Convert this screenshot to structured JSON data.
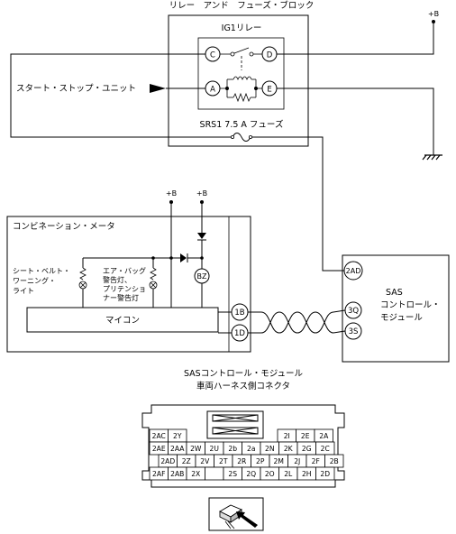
{
  "relay_block": {
    "title": "リレー　アンド　フューズ・ブロック",
    "relay_name": "IG1リレー",
    "terminals": {
      "c": "C",
      "d": "D",
      "a": "A",
      "e": "E"
    },
    "fuse_label": "SRS1 7.5 A フューズ"
  },
  "supply_label": "+B",
  "start_stop_unit": "スタート・ストップ・ユニット",
  "meter": {
    "title": "コンビネーション・メータ",
    "plus_b_left": "+B",
    "plus_b_right": "+B",
    "seatbelt_lamp_lines": [
      "シート・ベルト・",
      "ワーニング・",
      "ライト"
    ],
    "airbag_lamp_lines": [
      "エア・バッグ",
      "警告灯、",
      "プリテンショ",
      "ナー警告灯"
    ],
    "buzzer": "BZ",
    "mcu": "マイコン",
    "pin_1b": "1B",
    "pin_1d": "1D"
  },
  "sas": {
    "lines": [
      "SAS",
      "コントロール・",
      "モジュール"
    ],
    "pin_2ad": "2AD",
    "pin_3q": "3Q",
    "pin_3s": "3S"
  },
  "connector": {
    "title_lines": [
      "SASコントロール・モジュール",
      "車両ハーネス側コネクタ"
    ],
    "rows": [
      [
        "2AC",
        "2Y",
        "",
        "",
        "",
        "",
        "2I",
        "2E",
        "2A"
      ],
      [
        "2AE",
        "2AA",
        "2W",
        "2U",
        "2b",
        "2a",
        "2N",
        "2K",
        "2G",
        "2C"
      ],
      [
        "2AD",
        "2Z",
        "2V",
        "2T",
        "2R",
        "2P",
        "2M",
        "2J",
        "2F",
        "2B"
      ],
      [
        "2AF",
        "2AB",
        "2X",
        "",
        "2S",
        "2Q",
        "2O",
        "2L",
        "2H",
        "2D"
      ]
    ]
  }
}
